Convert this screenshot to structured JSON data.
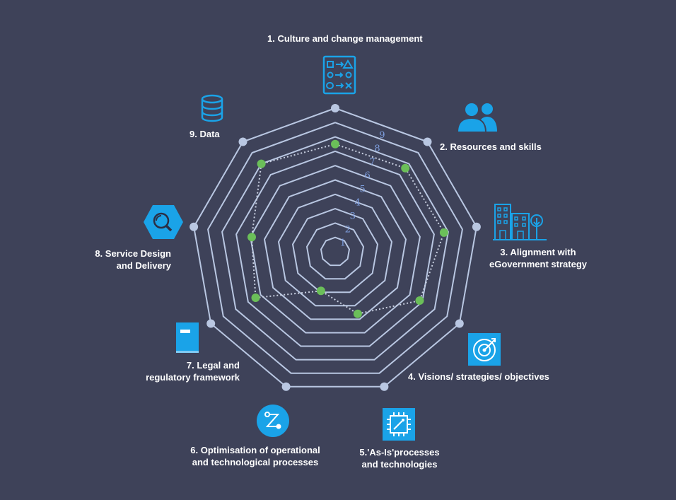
{
  "chart_data": {
    "type": "radar",
    "title": "",
    "scale": {
      "min": 0,
      "max": 10,
      "ring_labels": [
        "1",
        "2",
        "3",
        "4",
        "5",
        "6",
        "7",
        "8",
        "9"
      ]
    },
    "grid": true,
    "axes": [
      {
        "label_lines": [
          "1. Culture and change management"
        ],
        "icon": "checklist-icon"
      },
      {
        "label_lines": [
          "2. Resources and skills"
        ],
        "icon": "people-icon"
      },
      {
        "label_lines": [
          "3. Alignment with",
          "eGovernment strategy"
        ],
        "icon": "city-buildings-icon"
      },
      {
        "label_lines": [
          "4. Visions/ strategies/ objectives"
        ],
        "icon": "target-icon"
      },
      {
        "label_lines": [
          "5.'As-Is'processes",
          "and technologies"
        ],
        "icon": "chip-icon"
      },
      {
        "label_lines": [
          "6. Optimisation of operational",
          "and technological processes"
        ],
        "icon": "process-path-icon"
      },
      {
        "label_lines": [
          "7. Legal and",
          "regulatory framework"
        ],
        "icon": "book-icon"
      },
      {
        "label_lines": [
          "8. Service Design",
          "and Delivery"
        ],
        "icon": "search-hexagon-icon"
      },
      {
        "label_lines": [
          "9. Data"
        ],
        "icon": "database-icon"
      }
    ],
    "series": [
      {
        "values": [
          7.5,
          7.6,
          7.7,
          6.8,
          4.6,
          2.9,
          6.4,
          5.9,
          8.0
        ]
      }
    ],
    "colors": {
      "grid": "#b9c7e2",
      "series_point": "#6bbf59",
      "series_line": "#c8cfe0",
      "icon": "#1aa3e8",
      "outer_point": "#b9c7e2"
    }
  }
}
